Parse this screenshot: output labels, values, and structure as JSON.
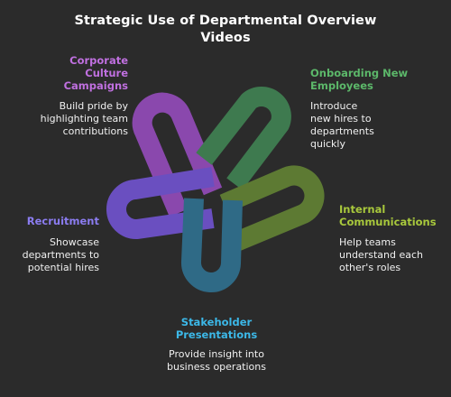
{
  "title": "Strategic Use of Departmental Overview Videos",
  "items": {
    "corporate_culture": {
      "heading": "Corporate Culture Campaigns",
      "description": "Build pride by highlighting team contributions",
      "color": "#c070e0"
    },
    "onboarding": {
      "heading": "Onboarding New Employees",
      "description": "Introduce new hires to departments quickly",
      "color": "#5cb86a"
    },
    "internal_comms": {
      "heading": "Internal Communications",
      "description": "Help teams understand each other's roles",
      "color": "#a8c83c"
    },
    "recruitment": {
      "heading": "Recruitment",
      "description": "Showcase departments to potential hires",
      "color": "#8b7cf0"
    },
    "stakeholder": {
      "heading": "Stakeholder Presentations",
      "description": "Provide insight into business operations",
      "color": "#3cb8e8"
    }
  },
  "link_colors": {
    "purple": "#8a48ad",
    "green": "#3e7a4f",
    "olive": "#5d7a33",
    "violet": "#6a4fc0",
    "teal": "#2f6a86"
  }
}
